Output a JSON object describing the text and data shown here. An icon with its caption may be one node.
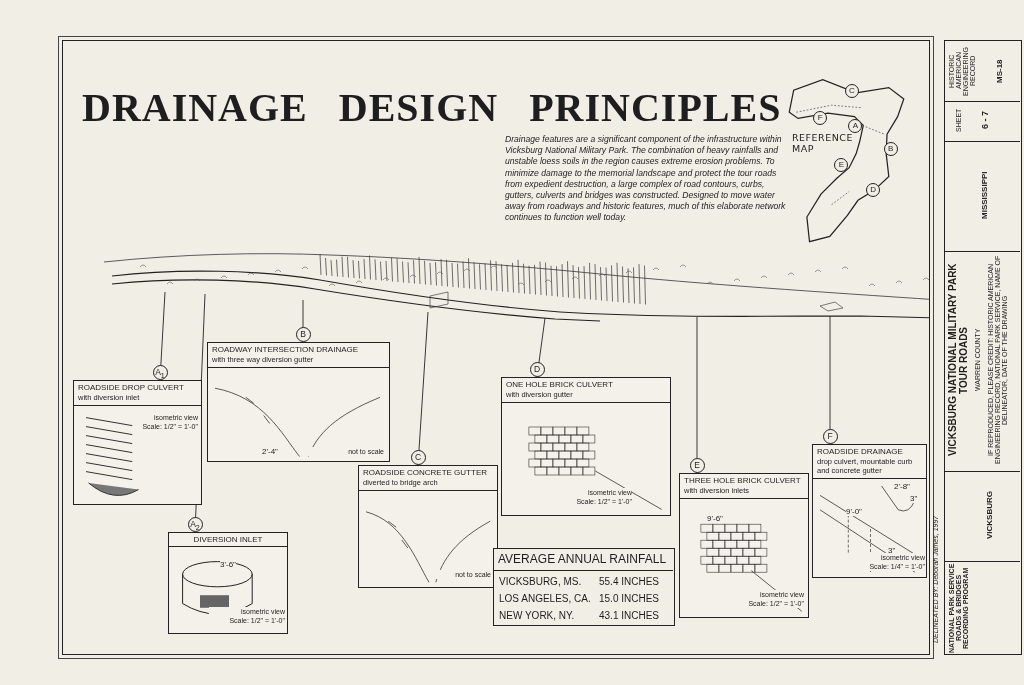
{
  "diagram": {
    "title": "DRAINAGE DESIGN PRINCIPLES",
    "nodes": [
      {
        "text": [],
        "shape": "picture"
      },
      {
        "text": [
          "REFERENCE MAP"
        ]
      },
      {
        "text": [
          "ROADWAY INTERSECTION DRAINAGE",
          "with three way diversion gutter",
          "not to scale"
        ],
        "beside": [
          "B"
        ]
      },
      {
        "text": [
          "ROADSIDE DROP CULVERT",
          "with diversion inlet",
          "isometric view",
          "Scale: 1/2\" = 1'-0\""
        ],
        "beside": [
          "A$_{1}$"
        ]
      },
      {
        "text": [
          "ONE HOLE BRICK CULVERT",
          "with diversion gutter",
          "isometric view",
          "Scale: 1/2\" = 1'-0\""
        ],
        "beside": [
          "D"
        ]
      },
      {
        "text": [
          "ROADSIDE DRAINAGE",
          "drop culvert, mountable curb and concrete gutter",
          "isometric view",
          "Scale: 1/4\" = 1'-0\""
        ],
        "beside": [
          "F"
        ]
      },
      {
        "text": [
          "ROADSIDE CONCRETE GUTTER",
          "diverted to bridge arch",
          "not to scale"
        ],
        "beside": [
          "C"
        ]
      },
      {
        "text": [
          "THREE HOLE BRICK CULVERT",
          "with diversion inlets",
          "isometric view",
          "Scale: 1/2\" = 1'-0\""
        ],
        "beside": [
          "E"
        ]
      },
      {
        "text": [
          "DIVERSION INLET",
          "isometric view",
          "Scale: 1/2\" = 1'-0\""
        ],
        "beside": [
          "A$_{2}$"
        ]
      }
    ],
    "edges": [
      {
        "from": 2,
        "to": 0,
        "arrow": "none"
      },
      {
        "from": 3,
        "to": 0,
        "arrow": "none"
      },
      {
        "from": 4,
        "to": 0,
        "arrow": "none"
      },
      {
        "from": 5,
        "to": 0,
        "arrow": "none"
      },
      {
        "from": 6,
        "to": 0,
        "arrow": "none"
      },
      {
        "from": 7,
        "to": 0,
        "arrow": "none"
      },
      {
        "from": 8,
        "to": 0,
        "arrow": "none"
      }
    ],
    "labels": [
      "Drainage features are a significant component of the infrastructure within Vicksburg National Military Park.  The combination of heavy rainfalls and unstable loess soils in the region causes extreme erosion problems.  To minimize damage to the memorial landscape and protect the tour roads from expedient destruction, a large complex of road contours, curbs, gutters, culverts and bridges was constructed.  Designed to move water away from roadways and historic features, much of this elaborate network continues to function well today.",
      "C",
      "F",
      "A",
      "B",
      "E",
      "D",
      "2'-4\"",
      "3'-6\"",
      "9'-6\"",
      "2'-8\"",
      "3\"",
      "9'-0\"",
      "3\"",
      "AVERAGE ANNUAL RAINFALL",
      "VICKSBURG, MS.",
      "55.4 INCHES",
      "LOS ANGELES, CA.",
      "15.0 INCHES",
      "NEW YORK, NY.",
      "43.1 INCHES",
      "DELINEATED BY: Deborah James, 1997",
      "NATIONAL PARK SERVICE ROADS & BRIDGES RECORDING PROGRAM",
      "VICKSBURG",
      "VICKSBURG NATIONAL MILITARY PARK TOUR ROADS",
      "WARREN COUNTY",
      "MISSISSIPPI",
      "SHEET",
      "6 - 7",
      "HISTORIC AMERICAN ENGINEERING RECORD",
      "MS-18",
      "IF REPRODUCED, PLEASE CREDIT: HISTORIC AMERICAN ENGINEERING RECORD, NATIONAL PARK SERVICE, NAME OF DELINEATOR, DATE OF THE DRAWING"
    ]
  }
}
